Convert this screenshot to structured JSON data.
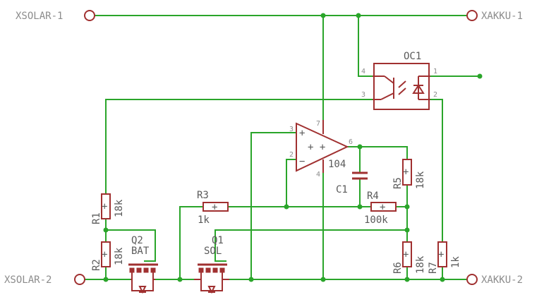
{
  "terminals": {
    "xsolar1": "XSOLAR-1",
    "xsolar2": "XSOLAR-2",
    "xakku1": "XAKKU-1",
    "xakku2": "XAKKU-2"
  },
  "optocoupler": {
    "name": "OC1",
    "pin1": "1",
    "pin2": "2",
    "pin3": "3",
    "pin4": "4"
  },
  "opamp": {
    "value": "104",
    "pin3": "3",
    "pin2": "2",
    "pin4": "4",
    "pin6": "6",
    "pin7": "7",
    "plus_sign": "+",
    "minus_sign": "−"
  },
  "capacitor": {
    "name": "C1"
  },
  "resistors": {
    "r1": {
      "name": "R1",
      "value": "18k"
    },
    "r2": {
      "name": "R2",
      "value": "18k"
    },
    "r3": {
      "name": "R3",
      "value": "1k"
    },
    "r4": {
      "name": "R4",
      "value": "100k"
    },
    "r5": {
      "name": "R5",
      "value": "18k"
    },
    "r6": {
      "name": "R6",
      "value": "18k"
    },
    "r7": {
      "name": "R7",
      "value": "1k"
    }
  },
  "transistors": {
    "q1": {
      "name": "Q1",
      "value": "SOL"
    },
    "q2": {
      "name": "Q2",
      "value": "BAT"
    }
  },
  "colors": {
    "wire": "#2aa52a",
    "part": "#a03030",
    "label": "#8c8c8c"
  }
}
